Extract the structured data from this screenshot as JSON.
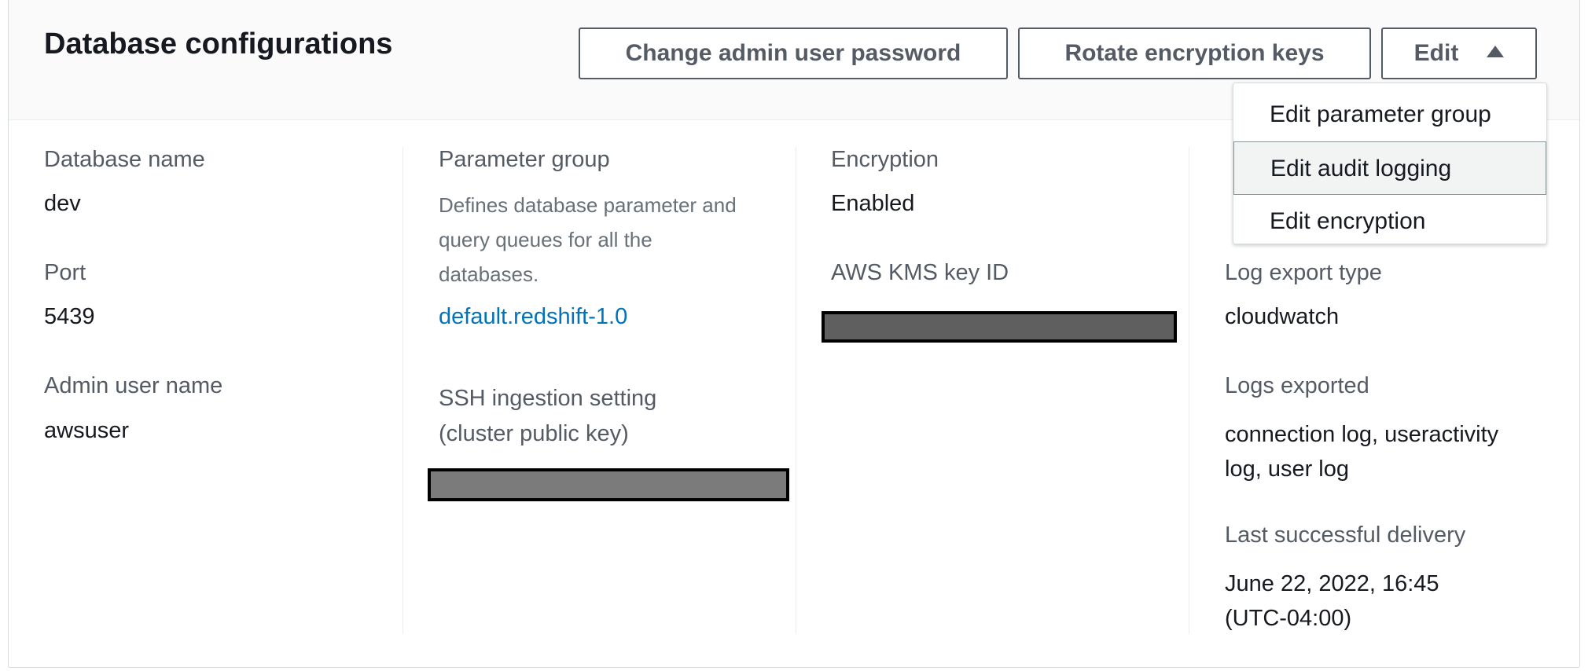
{
  "header": {
    "title": "Database configurations",
    "buttons": {
      "change_password": "Change admin user password",
      "rotate_keys": "Rotate encryption keys",
      "edit": "Edit"
    }
  },
  "edit_menu": {
    "items": [
      "Edit parameter group",
      "Edit audit logging",
      "Edit encryption"
    ],
    "highlighted": "Edit audit logging"
  },
  "database": {
    "name_label": "Database name",
    "name_value": "dev",
    "port_label": "Port",
    "port_value": "5439",
    "admin_label": "Admin user name",
    "admin_value": "awsuser"
  },
  "parameters": {
    "group_label": "Parameter group",
    "group_description_lines": [
      "Defines database parameter and",
      "query queues for all the",
      "databases."
    ],
    "group_link": "default.redshift-1.0",
    "ssh_label_lines": [
      "SSH ingestion setting",
      "(cluster public key)"
    ]
  },
  "encryption": {
    "label": "Encryption",
    "value": "Enabled",
    "kms_label": "AWS KMS key ID"
  },
  "logging": {
    "export_type_label": "Log export type",
    "export_type_value": "cloudwatch",
    "logs_exported_label": "Logs exported",
    "logs_exported_lines": [
      "connection log, useractivity",
      "log, user log"
    ],
    "last_delivery_label": "Last successful delivery",
    "last_delivery_lines": [
      "June 22, 2022, 16:45",
      "(UTC-04:00)"
    ]
  },
  "colors": {
    "text": "#16191f",
    "label": "#545b64",
    "link": "#0073bb",
    "redaction_dark": "#5f5f5f",
    "redaction_light": "#7b7b7b"
  }
}
